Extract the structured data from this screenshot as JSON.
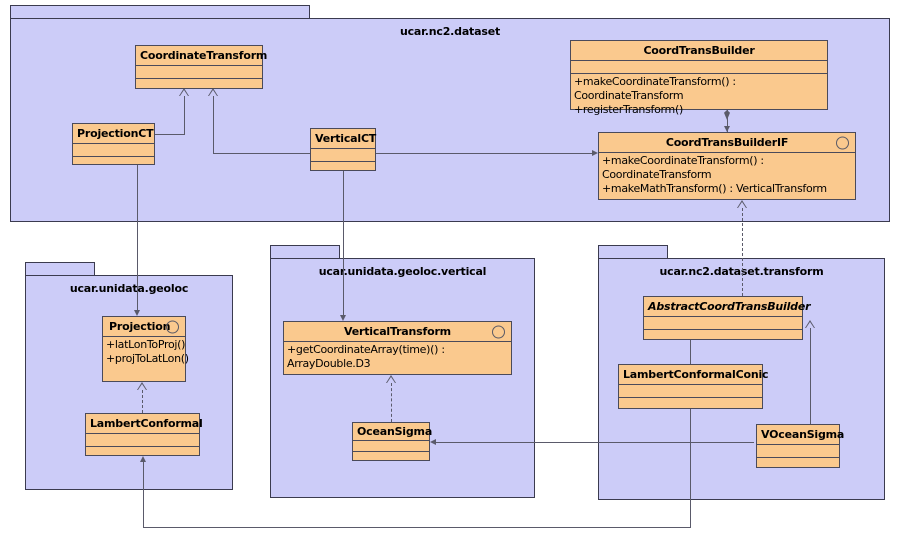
{
  "diagram": {
    "type": "uml-class-diagram",
    "colors": {
      "package_fill": "#ccccf8",
      "package_border": "#3b3b4f",
      "class_fill": "#fac98e",
      "class_border": "#4a4a5a",
      "connector": "#5a5a6a",
      "background": "#ffffff"
    }
  },
  "packages": {
    "dataset": {
      "title": "ucar.nc2.dataset"
    },
    "geoloc": {
      "title": "ucar.unidata.geoloc"
    },
    "geoloc_vertical": {
      "title": "ucar.unidata.geoloc.vertical"
    },
    "dataset_transform": {
      "title": "ucar.nc2.dataset.transform"
    }
  },
  "classes": {
    "coordinate_transform": {
      "name": "CoordinateTransform",
      "stereotype": "class",
      "attributes": [],
      "operations": []
    },
    "projection_ct": {
      "name": "ProjectionCT",
      "stereotype": "class",
      "attributes": [],
      "operations": []
    },
    "vertical_ct": {
      "name": "VerticalCT",
      "stereotype": "class",
      "attributes": [],
      "operations": []
    },
    "coord_trans_builder": {
      "name": "CoordTransBuilder",
      "stereotype": "class",
      "attributes": [],
      "operations": [
        "+makeCoordinateTransform() : CoordinateTransform",
        "+registerTransform()"
      ]
    },
    "coord_trans_builder_if": {
      "name": "CoordTransBuilderIF",
      "stereotype": "interface",
      "attributes": [],
      "operations": [
        "+makeCoordinateTransform() : CoordinateTransform",
        "+makeMathTransform() : VerticalTransform"
      ]
    },
    "projection": {
      "name": "Projection",
      "stereotype": "interface",
      "attributes": [],
      "operations": [
        "+latLonToProj()",
        "+projToLatLon()"
      ]
    },
    "lambert_conformal": {
      "name": "LambertConformal",
      "stereotype": "class",
      "attributes": [],
      "operations": []
    },
    "vertical_transform": {
      "name": "VerticalTransform",
      "stereotype": "interface",
      "attributes": [],
      "operations": [
        "+getCoordinateArray(time)() : ArrayDouble.D3"
      ]
    },
    "ocean_sigma": {
      "name": "OceanSigma",
      "stereotype": "class",
      "attributes": [],
      "operations": []
    },
    "abstract_coord_trans_builder": {
      "name": "AbstractCoordTransBuilder",
      "stereotype": "abstract-class",
      "attributes": [],
      "operations": []
    },
    "lambert_conformal_conic": {
      "name": "LambertConformalConic",
      "stereotype": "class",
      "attributes": [],
      "operations": []
    },
    "vocean_sigma": {
      "name": "VOceanSigma",
      "stereotype": "class",
      "attributes": [],
      "operations": []
    }
  },
  "relationships": [
    {
      "from": "ProjectionCT",
      "to": "CoordinateTransform",
      "type": "generalization"
    },
    {
      "from": "VerticalCT",
      "to": "CoordinateTransform",
      "type": "generalization"
    },
    {
      "from": "CoordTransBuilder",
      "to": "CoordTransBuilderIF",
      "type": "aggregation"
    },
    {
      "from": "ProjectionCT",
      "to": "CoordTransBuilderIF",
      "type": "association"
    },
    {
      "from": "VerticalCT",
      "to": "CoordTransBuilderIF",
      "type": "association"
    },
    {
      "from": "AbstractCoordTransBuilder",
      "to": "CoordTransBuilderIF",
      "type": "realization"
    },
    {
      "from": "ProjectionCT",
      "to": "Projection",
      "type": "association"
    },
    {
      "from": "LambertConformal",
      "to": "Projection",
      "type": "realization"
    },
    {
      "from": "VerticalCT",
      "to": "VerticalTransform",
      "type": "association"
    },
    {
      "from": "OceanSigma",
      "to": "VerticalTransform",
      "type": "realization"
    },
    {
      "from": "LambertConformalConic",
      "to": "AbstractCoordTransBuilder",
      "type": "generalization"
    },
    {
      "from": "VOceanSigma",
      "to": "AbstractCoordTransBuilder",
      "type": "generalization"
    },
    {
      "from": "VOceanSigma",
      "to": "OceanSigma",
      "type": "association"
    },
    {
      "from": "LambertConformalConic",
      "to": "LambertConformal",
      "type": "association"
    }
  ]
}
